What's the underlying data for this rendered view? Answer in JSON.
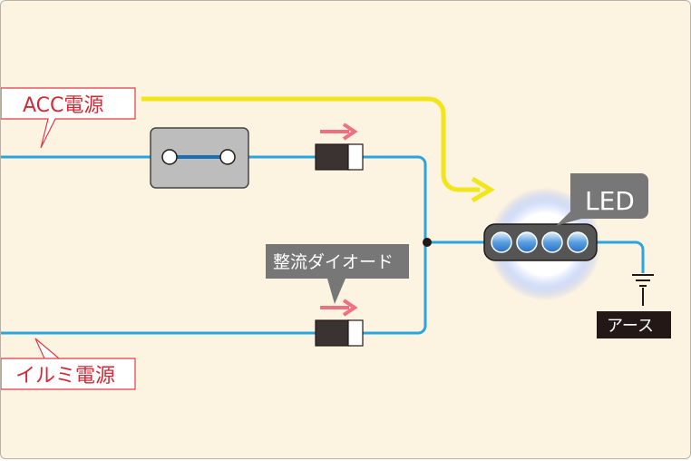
{
  "labels": {
    "acc_power": "ACC電源",
    "illumi_power": "イルミ電源",
    "rectifier_diode": "整流ダイオード",
    "led": "LED",
    "ground": "アース"
  },
  "colors": {
    "background": "#fcf3e0",
    "wire": "#2aa6df",
    "acc_arrow": "#f2e51a",
    "direction_arrow": "#f07080",
    "callout_border": "#e23a45",
    "callout_text": "#d52a35",
    "dark_callout": "#777777",
    "ground_label": "#231815"
  },
  "icons": {
    "switch": "switch-icon",
    "diodes": [
      "diode-icon",
      "diode-icon"
    ],
    "led": "led-bar-icon",
    "ground": "ground-icon"
  }
}
